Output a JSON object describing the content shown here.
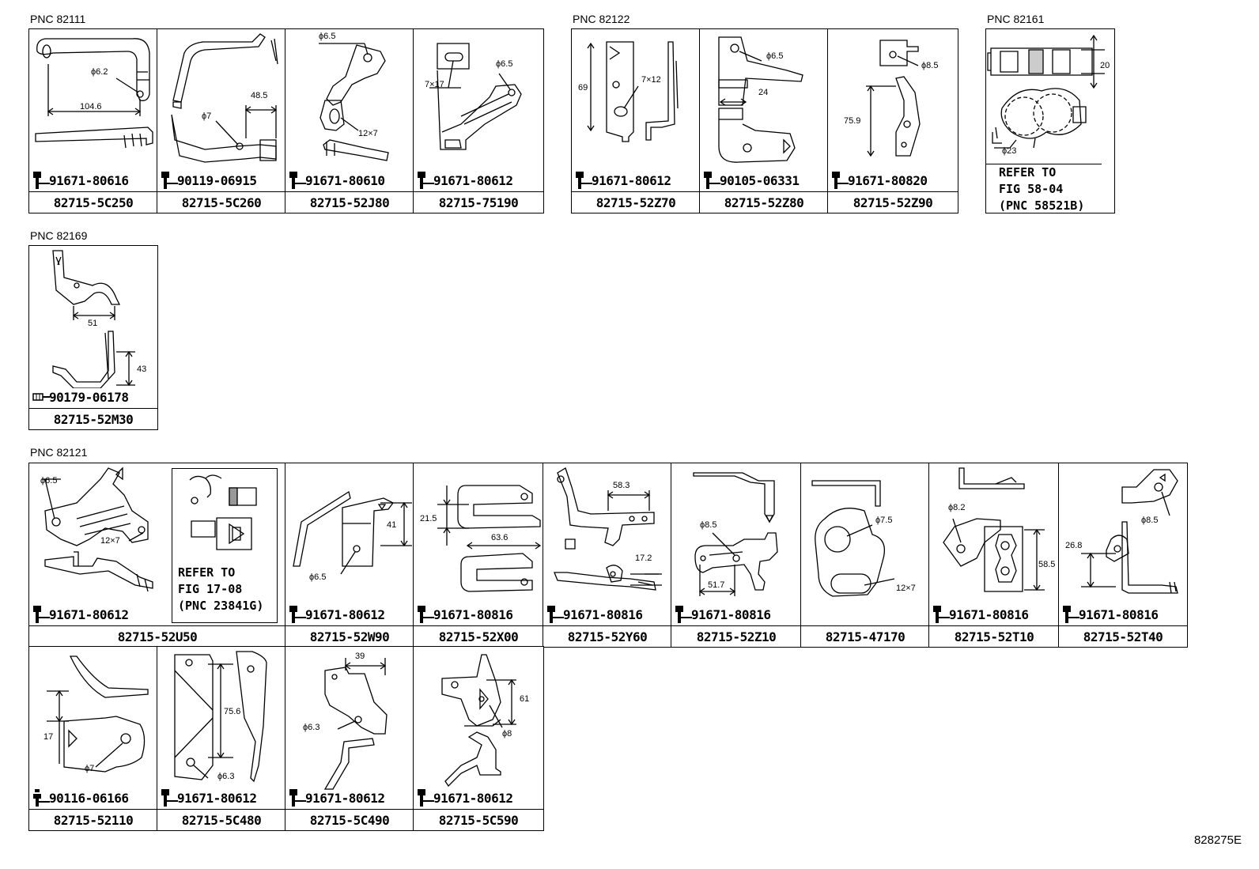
{
  "groups": [
    {
      "pnc": "PNC 82111",
      "cells": [
        {
          "bolt": "91671-80616",
          "part": "82715-5C250",
          "dims": [
            "ϕ6.2",
            "104.6"
          ]
        },
        {
          "bolt": "90119-06915",
          "part": "82715-5C260",
          "dims": [
            "48.5",
            "ϕ7"
          ]
        },
        {
          "bolt": "91671-80610",
          "part": "82715-52J80",
          "dims": [
            "ϕ6.5",
            "12×7"
          ]
        },
        {
          "bolt": "91671-80612",
          "part": "82715-75190",
          "dims": [
            "7×17",
            "ϕ6.5"
          ]
        }
      ]
    },
    {
      "pnc": "PNC 82122",
      "cells": [
        {
          "bolt": "91671-80612",
          "part": "82715-52Z70",
          "dims": [
            "69",
            "7×12"
          ]
        },
        {
          "bolt": "90105-06331",
          "part": "82715-52Z80",
          "dims": [
            "ϕ6.5",
            "24"
          ]
        },
        {
          "bolt": "91671-80820",
          "part": "82715-52Z90",
          "dims": [
            "ϕ8.5",
            "75.9"
          ]
        }
      ]
    },
    {
      "pnc": "PNC 82161",
      "cells": [
        {
          "refer": "REFER TO\nFIG 58-04\n(PNC 58521B)",
          "dims": [
            "20",
            "ϕ23"
          ]
        }
      ]
    },
    {
      "pnc": "PNC 82169",
      "cells": [
        {
          "bolt": "90179-06178",
          "part": "82715-52M30",
          "dims": [
            "51",
            "43"
          ]
        }
      ]
    },
    {
      "pnc": "PNC 82121",
      "row1": [
        {
          "bolt": "91671-80612",
          "part": "82715-52U50",
          "dims": [
            "ϕ6.5",
            "12×7"
          ],
          "refer": "REFER TO\nFIG 17-08\n(PNC 23841G)"
        },
        {
          "bolt": "91671-80612",
          "part": "82715-52W90",
          "dims": [
            "41",
            "ϕ6.5"
          ]
        },
        {
          "bolt": "91671-80816",
          "part": "82715-52X00",
          "dims": [
            "21.5",
            "63.6"
          ]
        },
        {
          "bolt": "91671-80816",
          "part": "82715-52Y60",
          "dims": [
            "58.3",
            "17.2"
          ]
        },
        {
          "bolt": "91671-80816",
          "part": "82715-52Z10",
          "dims": [
            "ϕ8.5",
            "51.7"
          ]
        },
        {
          "part": "82715-47170",
          "dims": [
            "ϕ7.5",
            "12×7"
          ]
        },
        {
          "bolt": "91671-80816",
          "part": "82715-52T10",
          "dims": [
            "ϕ8.2",
            "58.5"
          ]
        },
        {
          "bolt": "91671-80816",
          "part": "82715-52T40",
          "dims": [
            "ϕ8.5",
            "26.8"
          ]
        }
      ],
      "row2": [
        {
          "bolt": "90116-06166",
          "part": "82715-52110",
          "dims": [
            "17",
            "ϕ7"
          ]
        },
        {
          "bolt": "91671-80612",
          "part": "82715-5C480",
          "dims": [
            "75.6",
            "ϕ6.3"
          ]
        },
        {
          "bolt": "91671-80612",
          "part": "82715-5C490",
          "dims": [
            "39",
            "ϕ6.3"
          ]
        },
        {
          "bolt": "91671-80612",
          "part": "82715-5C590",
          "dims": [
            "61",
            "ϕ8"
          ]
        }
      ]
    }
  ],
  "figure_id": "828275E"
}
